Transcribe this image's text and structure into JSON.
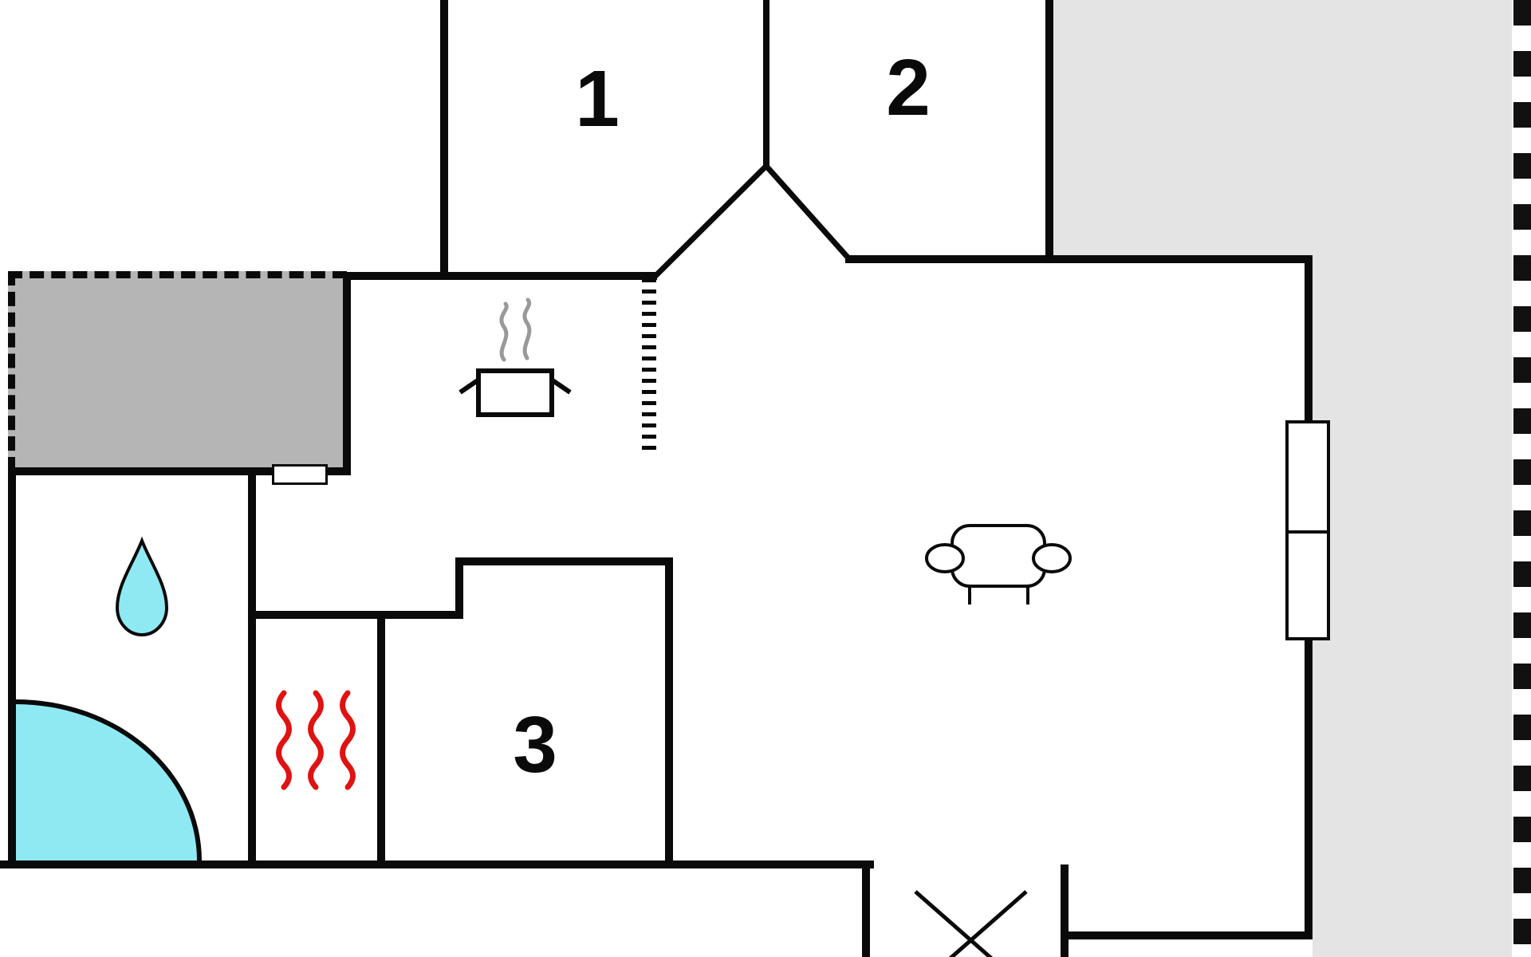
{
  "plan": {
    "type": "floor-plan"
  },
  "rooms": {
    "room_1": {
      "label": "1"
    },
    "room_2": {
      "label": "2"
    },
    "room_3": {
      "label": "3"
    }
  },
  "icons": {
    "stove_pot": "pot-with-steam-icon",
    "water_drop": "water-drop-icon",
    "corner_shower": "corner-shower-basin",
    "sofa": "sofa-top-view-icon",
    "sauna_heater": "heat-waves-icon",
    "stairs_cross": "crossed-box-marker",
    "opening_hatch": "dashed-opening-marker",
    "window_right": "double-window",
    "window_bath": "small-window"
  },
  "colors": {
    "wall": "#0a0a0a",
    "terrace": "#b5b5b5",
    "deck": "#e4e4e4",
    "water": "#8ee9f2",
    "heat": "#e01212",
    "steam": "#999999",
    "boundary": "#111111"
  }
}
